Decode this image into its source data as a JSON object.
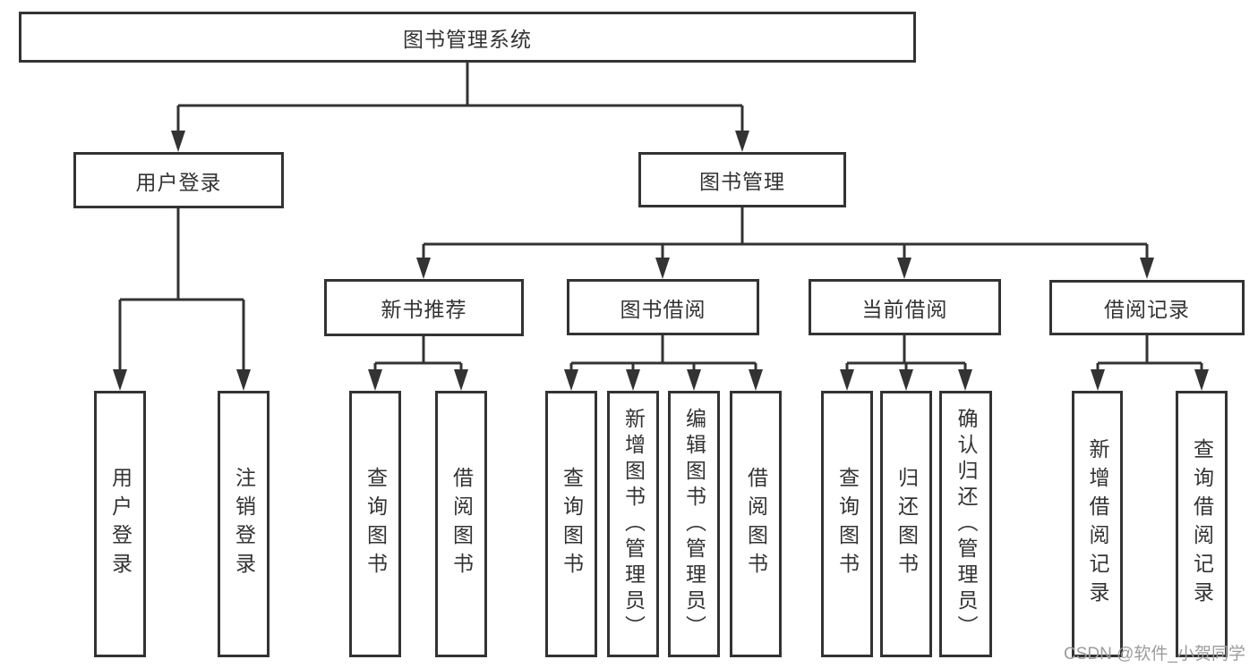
{
  "diagram": {
    "root": {
      "label": "图书管理系统"
    },
    "branches": [
      {
        "label": "用户登录",
        "children": [
          {
            "label": "用户登录"
          },
          {
            "label": "注销登录"
          }
        ]
      },
      {
        "label": "图书管理",
        "children": [
          {
            "label": "新书推荐",
            "children": [
              {
                "label": "查询图书"
              },
              {
                "label": "借阅图书"
              }
            ]
          },
          {
            "label": "图书借阅",
            "children": [
              {
                "label": "查询图书"
              },
              {
                "label": "新增图书（管理员）"
              },
              {
                "label": "编辑图书（管理员）"
              },
              {
                "label": "借阅图书"
              }
            ]
          },
          {
            "label": "当前借阅",
            "children": [
              {
                "label": "查询图书"
              },
              {
                "label": "归还图书"
              },
              {
                "label": "确认归还（管理员）"
              }
            ]
          },
          {
            "label": "借阅记录",
            "children": [
              {
                "label": "新增借阅记录"
              },
              {
                "label": "查询借阅记录"
              }
            ]
          }
        ]
      }
    ]
  },
  "watermark": {
    "text": "CSDN @软件_小贺同学"
  },
  "colors": {
    "line": "#333333",
    "box_border": "#333333",
    "text": "#333333",
    "watermark": "#9c9c9c",
    "background": "#ffffff"
  }
}
